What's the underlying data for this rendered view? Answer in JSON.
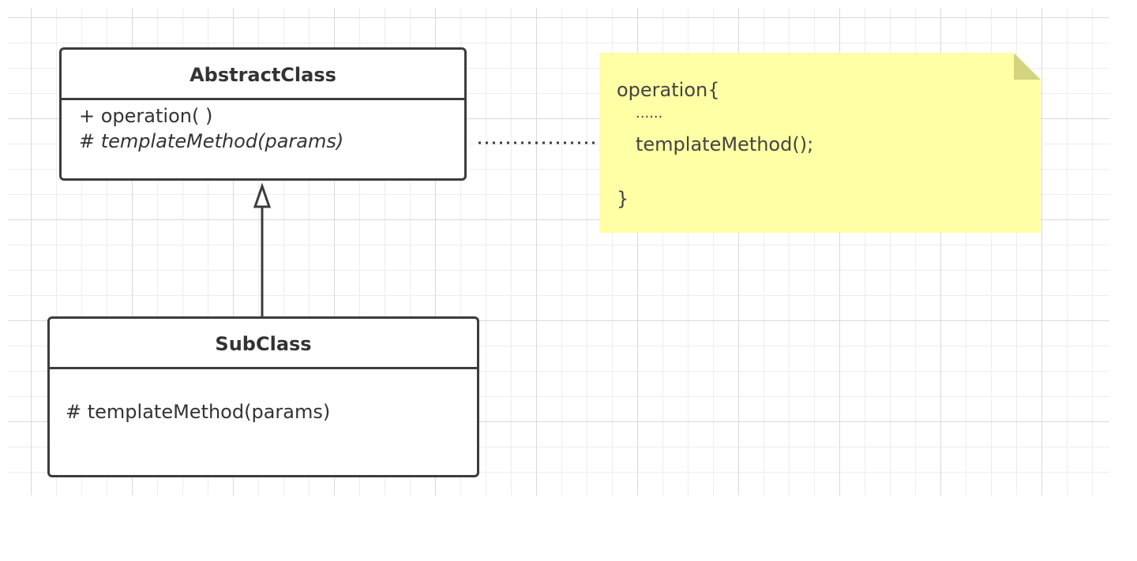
{
  "abstract_class": {
    "name": "AbstractClass",
    "members": [
      {
        "visibility": "+",
        "signature": "operation( )",
        "italic": false
      },
      {
        "visibility": "#",
        "signature": "templateMethod(params)",
        "italic": true
      }
    ]
  },
  "sub_class": {
    "name": "SubClass",
    "members": [
      {
        "visibility": "#",
        "signature": "templateMethod(params)",
        "italic": false
      }
    ]
  },
  "note": {
    "lines": [
      "operation{",
      "......",
      "templateMethod();",
      "}"
    ],
    "fill_color": "#ffffa5",
    "fold_color": "#d4d480"
  },
  "colors": {
    "class_border": "#3c3c3c",
    "grid_line": "#e6e6e6"
  }
}
